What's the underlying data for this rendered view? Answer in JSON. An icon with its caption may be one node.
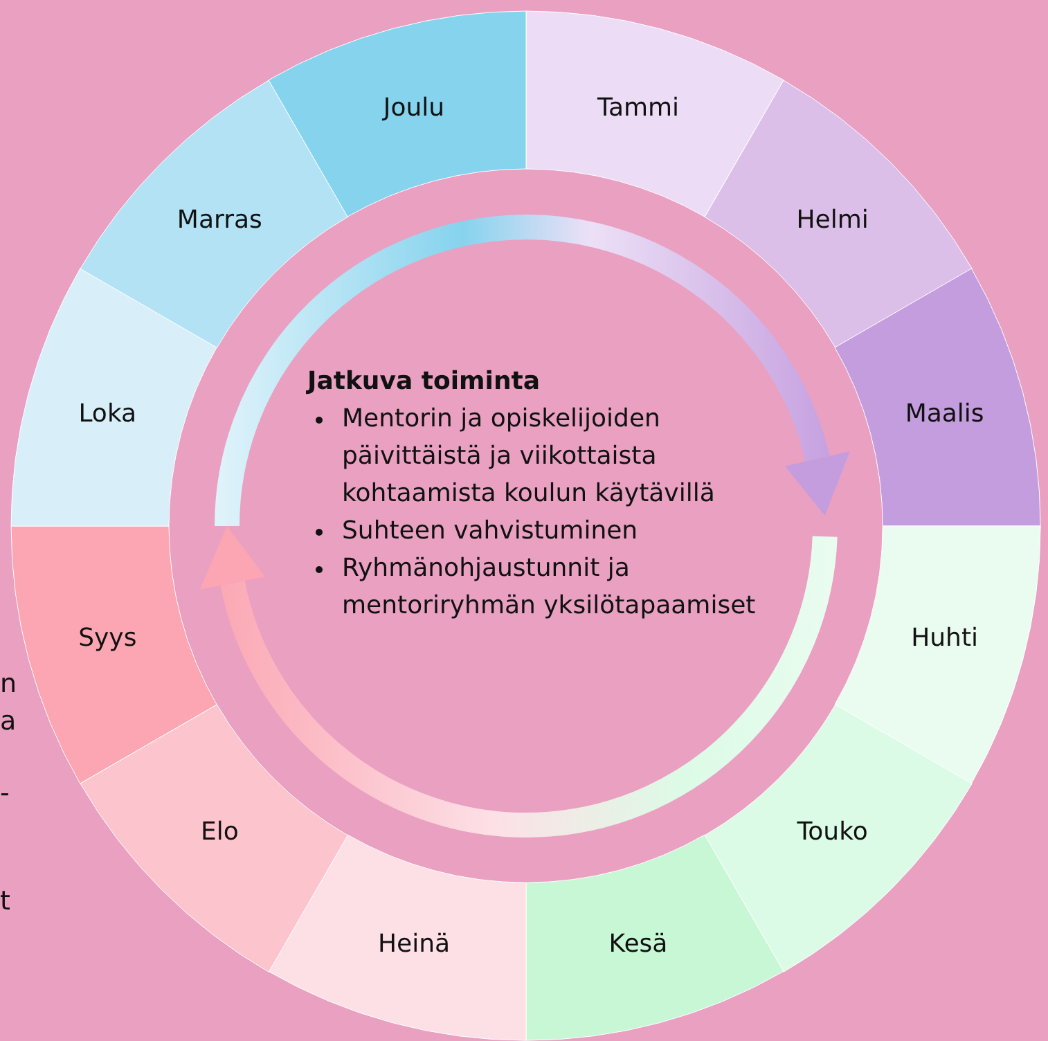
{
  "diagram": {
    "nodes": [
      {
        "text": [
          "Tammi"
        ]
      },
      {
        "text": [
          "Helmi"
        ]
      },
      {
        "text": [
          "Maalis"
        ]
      },
      {
        "text": [
          "Huhti"
        ]
      },
      {
        "text": [
          "Touko"
        ]
      },
      {
        "text": [
          "Kesä"
        ]
      },
      {
        "text": [
          "Heinä"
        ]
      },
      {
        "text": [
          "Elo"
        ]
      },
      {
        "text": [
          "Syys"
        ]
      },
      {
        "text": [
          "Loka"
        ]
      },
      {
        "text": [
          "Marras"
        ]
      },
      {
        "text": [
          "Joulu"
        ]
      }
    ],
    "labels": [
      "Jatkuva toiminta",
      "Mentorin ja opiskelijoiden päivittäistä ja viikottaista kohtaamista koulun käytävillä",
      "Suhteen vahvistuminen",
      "Ryhmänohjaustunnit ja mentoriryhmän yksilötapaamiset",
      "n",
      "a",
      "-",
      "t"
    ]
  }
}
